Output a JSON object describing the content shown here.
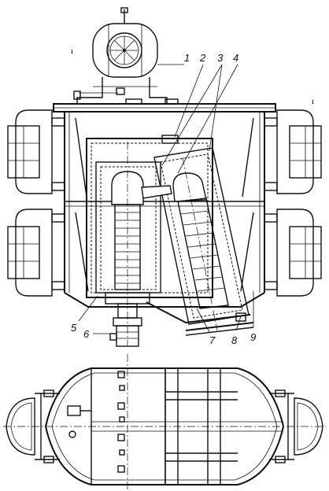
{
  "callouts": [
    "1",
    "2",
    "3",
    "4",
    "5",
    "6",
    "7",
    "8",
    "9"
  ],
  "corner_marks": [
    "ı",
    "ı"
  ],
  "colors": {
    "ink": "#111111",
    "paper": "#ffffff"
  }
}
